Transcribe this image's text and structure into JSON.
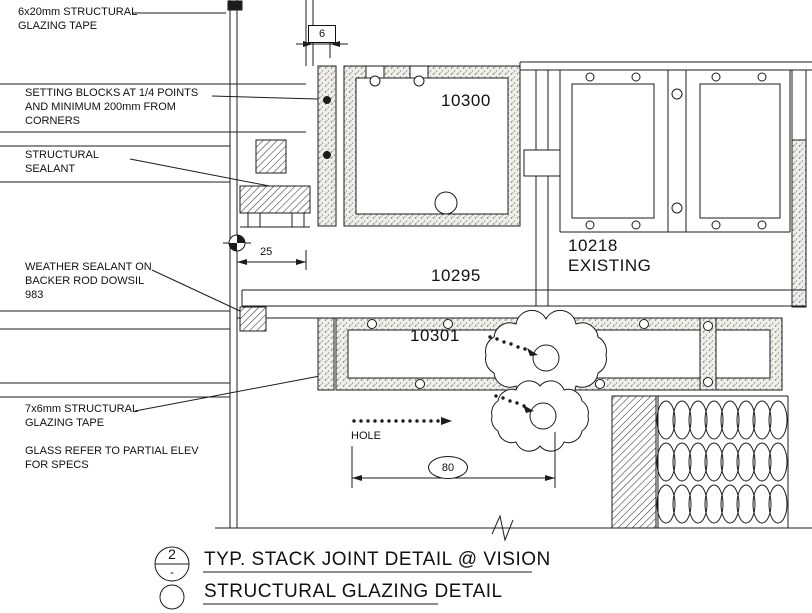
{
  "drawing": {
    "colors": {
      "background": "#ffffff",
      "line": "#1c1c1c"
    },
    "notes": {
      "glazing_tape_top": "6x20mm STRUCTURAL\nGLAZING TAPE",
      "setting_blocks": "SETTING BLOCKS AT 1/4 POINTS\nAND MINIMUM 200mm FROM\nCORNERS",
      "structural_sealant": "STRUCTURAL\nSEALANT",
      "weather_sealant": "WEATHER SEALANT ON\nBACKER ROD DOWSIL\n983",
      "glazing_tape_bottom": "7x6mm STRUCTURAL\nGLAZING TAPE",
      "glass_note": "GLASS REFER TO PARTIAL ELEV\nFOR SPECS",
      "hole": "HOLE"
    },
    "parts": {
      "top_profile": "10300",
      "existing": "10218\nEXISTING",
      "sleeve": "10295",
      "bottom_profile": "10301"
    },
    "dims": {
      "tape": "6",
      "bite": "25",
      "hole_spacing": "80"
    },
    "title_block": {
      "detail_number": "2",
      "detail_ref": "-",
      "line1": "TYP. STACK JOINT DETAIL @ VISION",
      "line2": "STRUCTURAL GLAZING DETAIL"
    }
  }
}
